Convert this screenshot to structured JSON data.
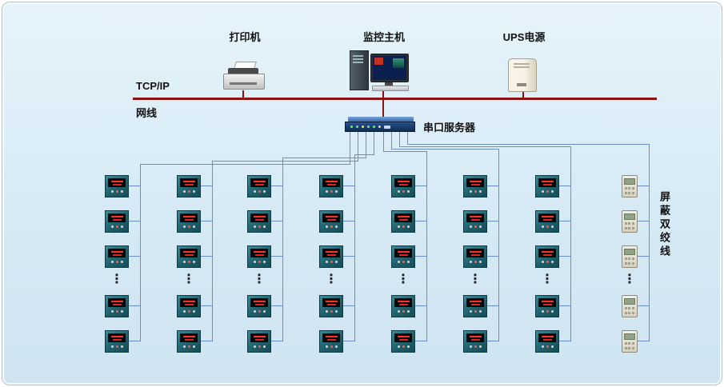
{
  "canvas": {
    "bg": "#d6eaf5",
    "bus_red": "#8c1113",
    "line_blue": "#6a8fc8"
  },
  "labels": {
    "printer": "打印机",
    "host": "监控主机",
    "ups": "UPS电源",
    "tcpip": "TCP/IP",
    "cable": "网线",
    "serial_server": "串口服务器",
    "twisted_pair": "屏蔽双绞线",
    "ellipsis": "⋮"
  },
  "topology": {
    "bus_devices": [
      "打印机",
      "监控主机",
      "UPS电源"
    ],
    "bus_labels": [
      "TCP/IP",
      "网线"
    ],
    "hub": "串口服务器",
    "meter_columns": 7,
    "energy_meter_columns": 1,
    "visible_devices_per_column": 5,
    "wiring_label": "屏蔽双绞线",
    "columns": [
      {
        "type": "meter"
      },
      {
        "type": "meter"
      },
      {
        "type": "meter"
      },
      {
        "type": "meter"
      },
      {
        "type": "meter"
      },
      {
        "type": "meter"
      },
      {
        "type": "meter"
      },
      {
        "type": "energy_meter"
      }
    ]
  }
}
